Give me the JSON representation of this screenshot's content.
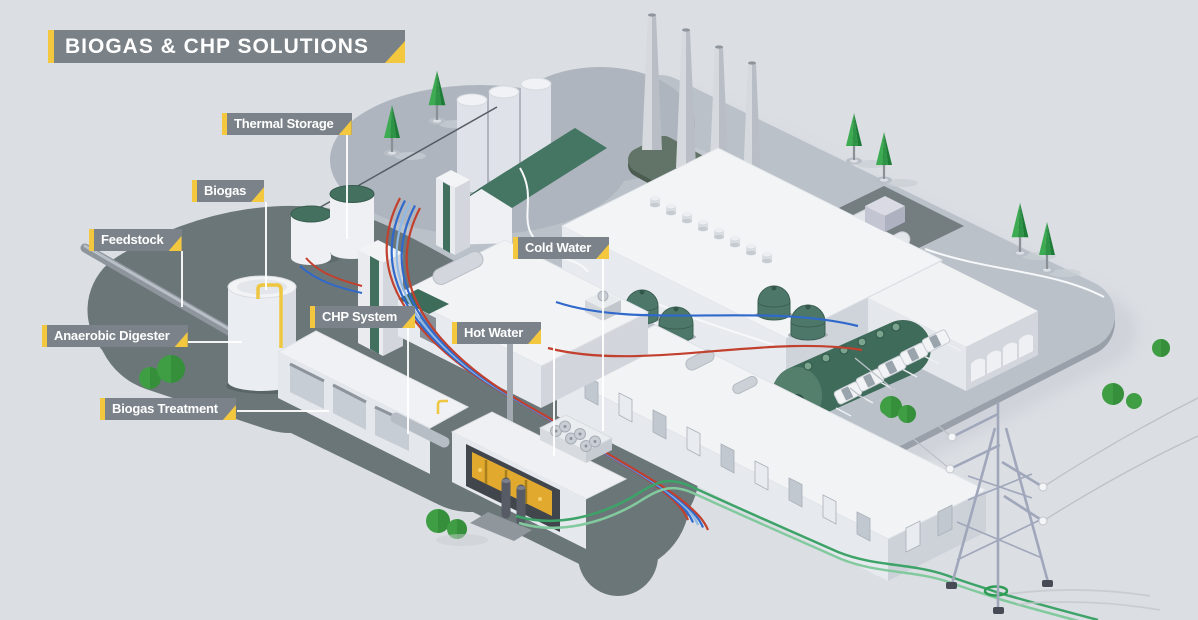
{
  "title": {
    "label": "BIOGAS & CHP SOLUTIONS"
  },
  "labels": {
    "thermal_storage": "Thermal Storage",
    "biogas": "Biogas",
    "feedstock": "Feedstock",
    "anaerobic_digester": "Anaerobic Digester",
    "biogas_treatment": "Biogas Treatment",
    "chp_system": "CHP System",
    "hot_water": "Hot Water",
    "cold_water": "Cold Water"
  },
  "colors": {
    "accent_yellow": "#F3C73E",
    "label_gray": "#7B8289",
    "background": "#DBDEE3",
    "platform_light": "#BAC1C9",
    "platform_dark": "#6B7678",
    "roof_green": "#3A6857",
    "tank_green": "#4D7869",
    "tree_green": "#2F9E4A",
    "pipe_hot_red": "#C2402E",
    "pipe_cold_blue": "#3069CC",
    "power_cable_green": "#3DA368",
    "engine_yellow": "#E5AB2E"
  }
}
